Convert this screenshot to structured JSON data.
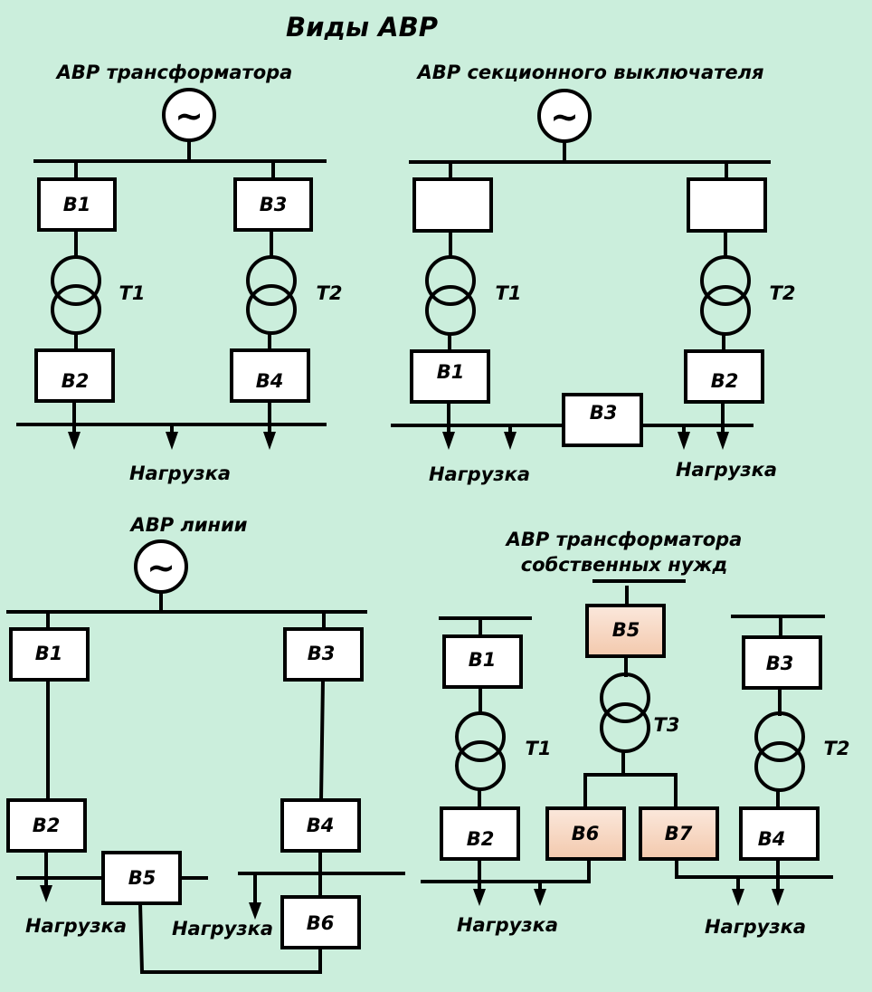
{
  "title": "Виды АВР",
  "highlight_color": "#f6d3bd",
  "generator_symbol": "~",
  "load_label": "Нагрузка",
  "diagrams": {
    "transformer": {
      "title": "АВР трансформатора",
      "breakers": [
        "В1",
        "В2",
        "В3",
        "В4"
      ],
      "transformers": [
        "Т1",
        "Т2"
      ]
    },
    "section_switch": {
      "title": "АВР секционного выключателя",
      "breakers": [
        "В1",
        "В2",
        "В3"
      ],
      "transformers": [
        "Т1",
        "Т2"
      ]
    },
    "line": {
      "title": "АВР линии",
      "breakers": [
        "В1",
        "В2",
        "В3",
        "В4",
        "В5",
        "В6"
      ]
    },
    "aux_transformer": {
      "title_line1": "АВР трансформатора",
      "title_line2": "собственных нужд",
      "breakers": [
        "В1",
        "В2",
        "В3",
        "В4",
        "В5",
        "В6",
        "В7"
      ],
      "highlighted_breakers": [
        "В5",
        "В6",
        "В7"
      ],
      "transformers": [
        "Т1",
        "Т2",
        "Т3"
      ]
    }
  }
}
